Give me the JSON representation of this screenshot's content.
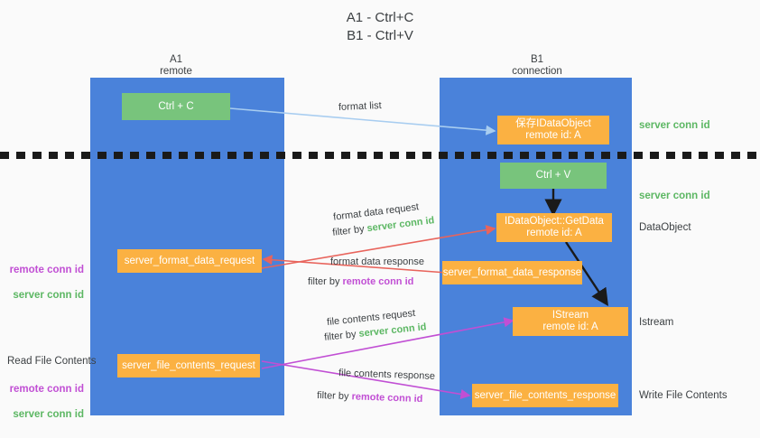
{
  "diagram": {
    "title": "A1 - Ctrl+C\nB1 - Ctrl+V",
    "colors": {
      "panel_blue": "#4a82da",
      "box_green": "#78c47c",
      "box_orange": "#fbb142",
      "server_conn_green": "#5cb763",
      "remote_conn_magenta": "#c14fd4",
      "arrow_blue": "#a8cdf0",
      "arrow_red": "#e8645c",
      "arrow_magenta": "#c14fd4",
      "arrow_black": "#1a1a1a",
      "background": "#fafafa"
    }
  },
  "panels": {
    "left": {
      "label": "A1\nremote"
    },
    "right": {
      "label": "B1\nconnection"
    }
  },
  "boxes": {
    "ctrl_c": "Ctrl + C",
    "ctrl_v": "Ctrl + V",
    "save_dataobject": "保存IDataObject\nremote id: A",
    "getdata": "IDataObject::GetData\nremote id: A",
    "istream": "IStream\nremote id: A",
    "format_data_request": "server_format_data_request",
    "format_data_response": "server_format_data_response",
    "file_contents_request": "server_file_contents_request",
    "file_contents_response": "server_file_contents_response"
  },
  "right_labels": {
    "server_conn_id_top": "server conn id",
    "server_conn_id_mid": "server conn id",
    "dataobject": "DataObject",
    "istream": "Istream",
    "write_file_contents": "Write File Contents"
  },
  "left_labels": {
    "format_conn_ids": {
      "remote": "remote conn id",
      "server": "server conn id"
    },
    "read_file_contents": "Read File Contents",
    "file_conn_ids": {
      "remote": "remote conn id",
      "server": "server conn id"
    }
  },
  "edges": {
    "format_list": "format list",
    "format_data_request": {
      "line1": "format data request",
      "filter_prefix": "filter by ",
      "filter_value": "server conn id"
    },
    "format_data_response": {
      "line1": "format data response",
      "filter_prefix": "filter by ",
      "filter_value": "remote conn id"
    },
    "file_contents_request": {
      "line1": "file contents request",
      "filter_prefix": "filter by ",
      "filter_value": "server conn id"
    },
    "file_contents_response": {
      "line1": "file contents response",
      "filter_prefix": "filter by ",
      "filter_value": "remote conn id"
    }
  }
}
